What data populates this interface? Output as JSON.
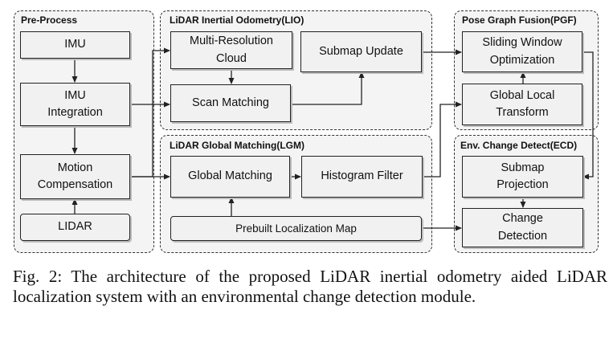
{
  "panels": {
    "preprocess": "Pre-Process",
    "lio": "LiDAR Inertial Odometry(LIO)",
    "pgf": "Pose Graph Fusion(PGF)",
    "lgm": "LiDAR Global Matching(LGM)",
    "ecd": "Env. Change Detect(ECD)"
  },
  "nodes": {
    "imu": "IMU",
    "imu_integration": "IMU\nIntegration",
    "motion_compensation": "Motion\nCompensation",
    "lidar": "LIDAR",
    "multi_resolution_cloud": "Multi-Resolution\nCloud",
    "scan_matching": "Scan Matching",
    "submap_update": "Submap Update",
    "sliding_window_optimization": "Sliding Window\nOptimization",
    "global_local_transform": "Global Local\nTransform",
    "global_matching": "Global Matching",
    "histogram_filter": "Histogram Filter",
    "prebuilt_localization_map": "Prebuilt Localization Map",
    "submap_projection": "Submap\nProjection",
    "change_detection": "Change\nDetection"
  },
  "caption": "Fig. 2: The architecture of the proposed LiDAR inertial odometry aided LiDAR localization system with an environmental change detection module."
}
